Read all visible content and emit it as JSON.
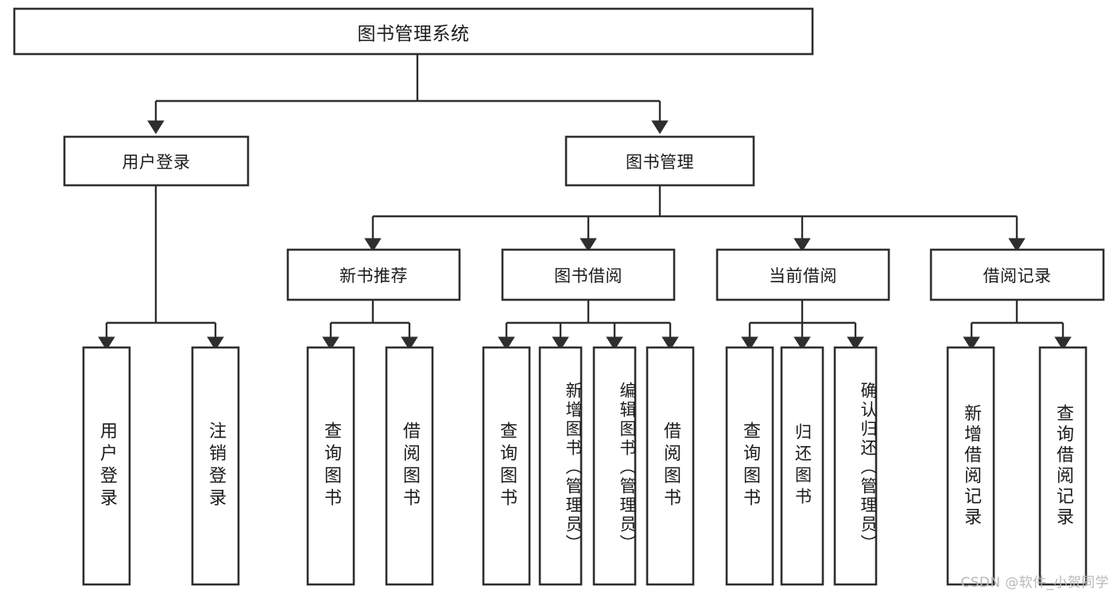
{
  "diagram": {
    "type": "hierarchy-tree",
    "title": "图书管理系统",
    "watermark": "CSDN @软件_小贺同学",
    "colors": {
      "box_stroke": "#2e2e2e",
      "box_fill": "#ffffff",
      "connector": "#2e2e2e",
      "text": "#1b1b1b",
      "watermark": "#b8b8b8",
      "background": "#ffffff"
    },
    "levels": {
      "root": {
        "label": "图书管理系统"
      },
      "level1": [
        {
          "label": "用户登录"
        },
        {
          "label": "图书管理"
        }
      ],
      "level2": [
        {
          "label": "新书推荐"
        },
        {
          "label": "图书借阅"
        },
        {
          "label": "当前借阅"
        },
        {
          "label": "借阅记录"
        }
      ],
      "leaves": {
        "user_login": [
          {
            "label": "用户登录"
          },
          {
            "label": "注销登录"
          }
        ],
        "new_book_recommend": [
          {
            "label": "查询图书"
          },
          {
            "label": "借阅图书"
          }
        ],
        "book_borrow": [
          {
            "label": "查询图书"
          },
          {
            "label": "新增图书（管理员）"
          },
          {
            "label": "编辑图书（管理员）"
          },
          {
            "label": "借阅图书"
          }
        ],
        "current_borrow": [
          {
            "label": "查询图书"
          },
          {
            "label": "归还图书"
          },
          {
            "label": "确认归还（管理员）"
          }
        ],
        "borrow_record": [
          {
            "label": "新增借阅记录"
          },
          {
            "label": "查询借阅记录"
          }
        ]
      }
    }
  }
}
